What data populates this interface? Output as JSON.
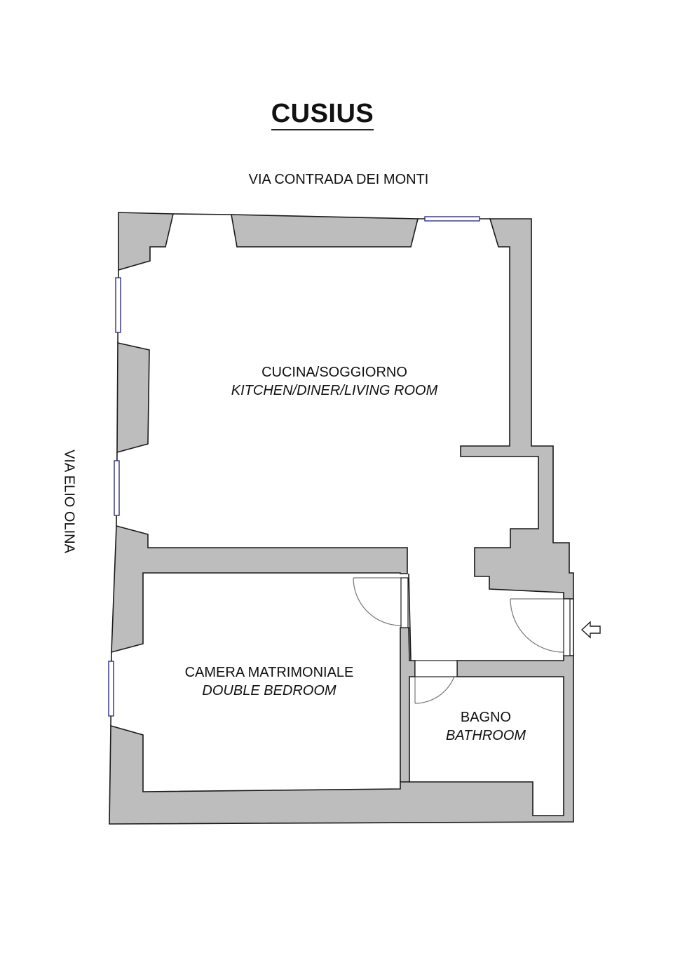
{
  "title": "CUSIUS",
  "streets": {
    "top": "VIA CONTRADA DEI MONTI",
    "left": "VIA ELIO OLINA"
  },
  "rooms": [
    {
      "id": "kitchen",
      "name_it": "CUCINA/SOGGIORNO",
      "name_en": "KITCHEN/DINER/LIVING ROOM"
    },
    {
      "id": "bedroom",
      "name_it": "CAMERA MATRIMONIALE",
      "name_en": "DOUBLE BEDROOM"
    },
    {
      "id": "bathroom",
      "name_it": "BAGNO",
      "name_en": "BATHROOM"
    }
  ],
  "symbols": {
    "entrance": "entrance-arrow-icon",
    "window": "window-icon",
    "door": "door-swing-icon"
  },
  "colors": {
    "wall_fill": "#bdbdbd",
    "wall_stroke": "#1a1a1a",
    "window_stroke": "#2e2e8a",
    "door_arc": "#777777"
  }
}
